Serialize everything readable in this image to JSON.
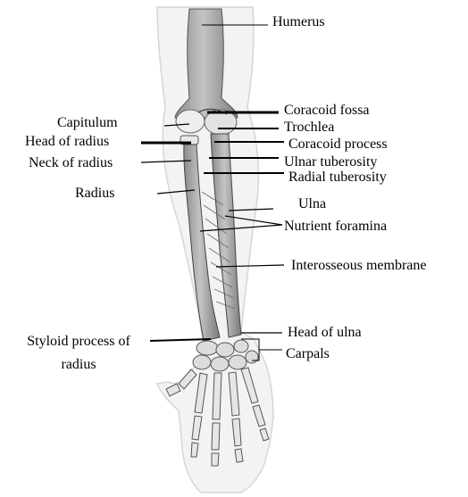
{
  "diagram": {
    "labels": {
      "humerus": "Humerus",
      "coracoid_fossa": "Coracoid fossa",
      "trochlea": "Trochlea",
      "coracoid_process": "Coracoid process",
      "ulnar_tuberosity": "Ulnar tuberosity",
      "radial_tuberosity": "Radial tuberosity",
      "ulna": "Ulna",
      "nutrient_foramina": "Nutrient foramina",
      "interosseous_membrane": "Interosseous membrane",
      "head_of_ulna": "Head of ulna",
      "carpals": "Carpals",
      "capitulum": "Capitulum",
      "head_of_radius": "Head of radius",
      "neck_of_radius": "Neck of radius",
      "radius": "Radius",
      "styloid_line1": "Styloid process of",
      "styloid_line2": "radius"
    }
  }
}
